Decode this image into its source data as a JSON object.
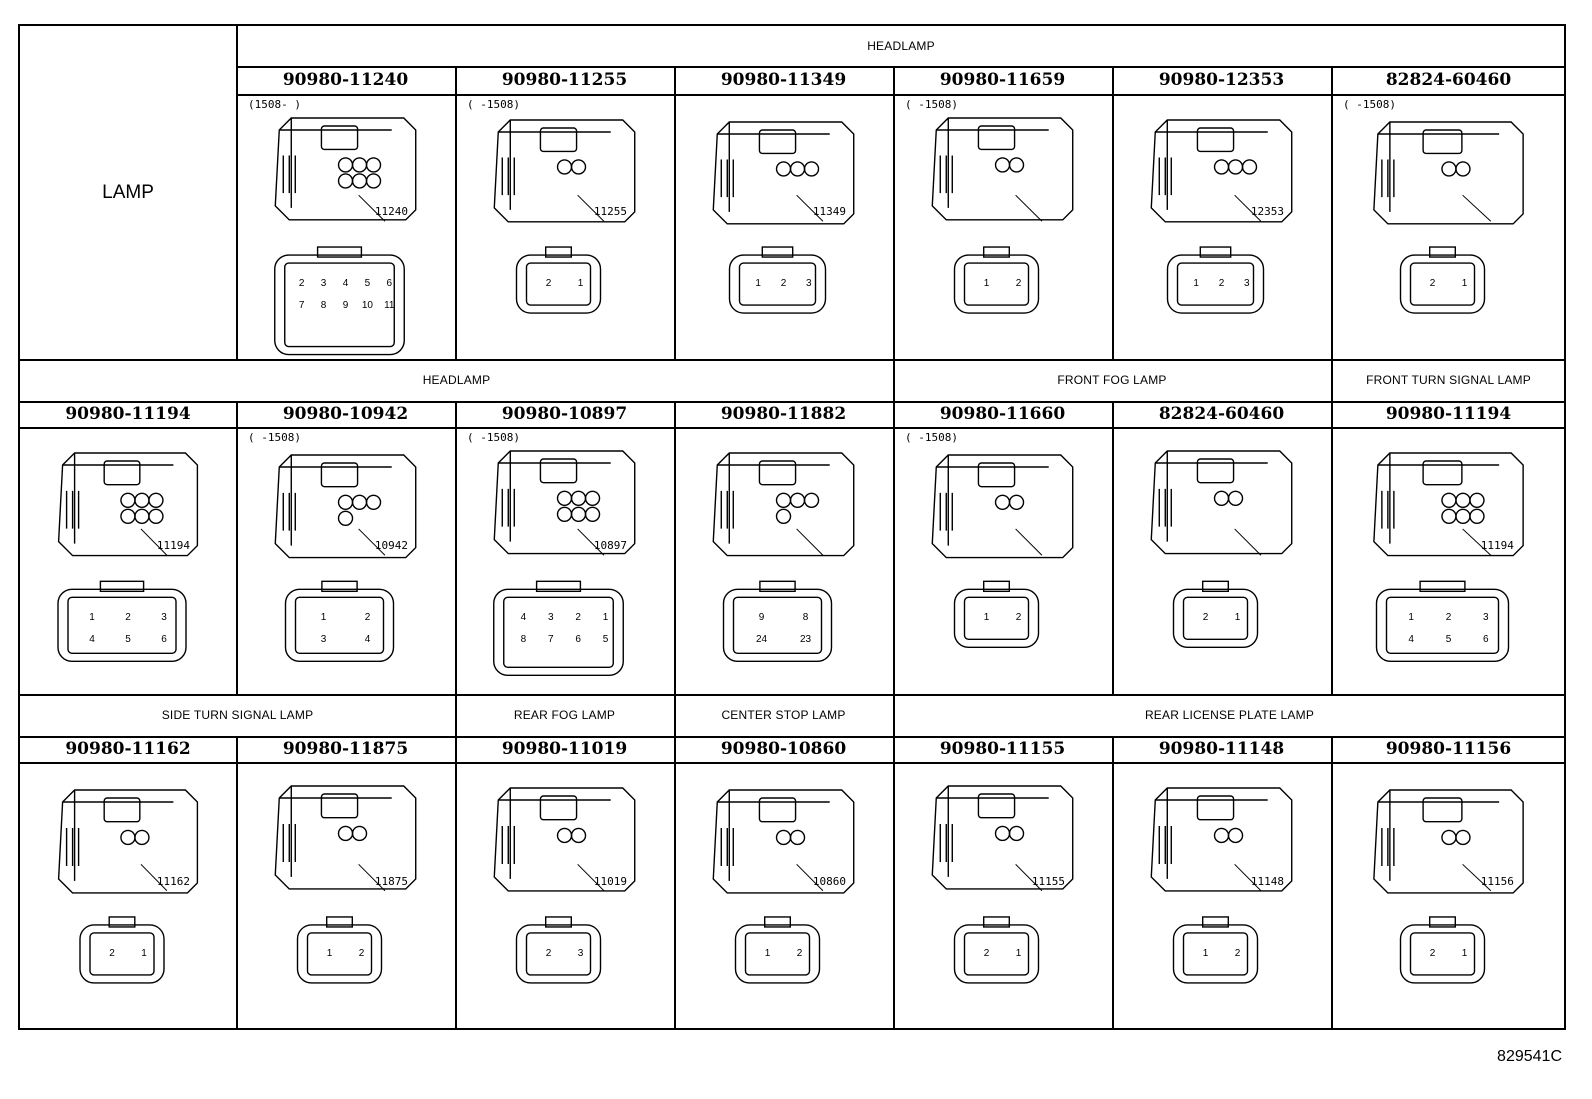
{
  "corner_label": "LAMP",
  "figure_id": "829541C",
  "rows": [
    {
      "groups": [
        {
          "label": "HEADLAMP",
          "span": [
            1,
            6
          ]
        }
      ],
      "cells": [
        {
          "part": "90980-11240",
          "note": "(1508-    )",
          "code": "11240",
          "pins": [
            "2",
            "3",
            "4",
            "5",
            "6",
            "7",
            "8",
            "9",
            "10",
            "11"
          ]
        },
        {
          "part": "90980-11255",
          "note": "(     -1508)",
          "code": "11255",
          "pins": [
            "2",
            "1"
          ]
        },
        {
          "part": "90980-11349",
          "note": "",
          "code": "11349",
          "pins": [
            "1",
            "2",
            "3"
          ]
        },
        {
          "part": "90980-11659",
          "note": "(     -1508)",
          "code": "",
          "pins": [
            "1",
            "2"
          ]
        },
        {
          "part": "90980-12353",
          "note": "",
          "code": "12353",
          "pins": [
            "1",
            "2",
            "3"
          ]
        },
        {
          "part": "82824-60460",
          "note": "(     -1508)",
          "code": "",
          "pins": [
            "2",
            "1"
          ]
        }
      ]
    },
    {
      "groups": [
        {
          "label": "HEADLAMP",
          "span": [
            0,
            3
          ]
        },
        {
          "label": "FRONT FOG LAMP",
          "span": [
            4,
            5
          ]
        },
        {
          "label": "FRONT TURN SIGNAL LAMP",
          "span": [
            6,
            6
          ]
        }
      ],
      "cells": [
        {
          "part": "90980-11194",
          "note": "",
          "code": "11194",
          "pins": [
            "1",
            "2",
            "3",
            "4",
            "5",
            "6"
          ]
        },
        {
          "part": "90980-10942",
          "note": "(     -1508)",
          "code": "10942",
          "pins": [
            "1",
            "2",
            "3",
            "4"
          ]
        },
        {
          "part": "90980-10897",
          "note": "(     -1508)",
          "code": "10897",
          "pins": [
            "4",
            "3",
            "2",
            "1",
            "8",
            "7",
            "6",
            "5"
          ]
        },
        {
          "part": "90980-11882",
          "note": "",
          "code": "",
          "pins": [
            "9",
            "8",
            "24",
            "23"
          ]
        },
        {
          "part": "90980-11660",
          "note": "(     -1508)",
          "code": "",
          "pins": [
            "1",
            "2"
          ]
        },
        {
          "part": "82824-60460",
          "note": "",
          "code": "",
          "pins": [
            "2",
            "1"
          ]
        },
        {
          "part": "90980-11194",
          "note": "",
          "code": "11194",
          "pins": [
            "1",
            "2",
            "3",
            "4",
            "5",
            "6"
          ]
        }
      ]
    },
    {
      "groups": [
        {
          "label": "SIDE TURN SIGNAL LAMP",
          "span": [
            0,
            1
          ]
        },
        {
          "label": "REAR FOG LAMP",
          "span": [
            2,
            2
          ]
        },
        {
          "label": "CENTER STOP LAMP",
          "span": [
            3,
            3
          ]
        },
        {
          "label": "REAR LICENSE PLATE LAMP",
          "span": [
            4,
            6
          ]
        }
      ],
      "cells": [
        {
          "part": "90980-11162",
          "note": "",
          "code": "11162",
          "pins": [
            "2",
            "1"
          ]
        },
        {
          "part": "90980-11875",
          "note": "",
          "code": "11875",
          "pins": [
            "1",
            "2"
          ]
        },
        {
          "part": "90980-11019",
          "note": "",
          "code": "11019",
          "pins": [
            "2",
            "3"
          ]
        },
        {
          "part": "90980-10860",
          "note": "",
          "code": "10860",
          "pins": [
            "1",
            "2"
          ]
        },
        {
          "part": "90980-11155",
          "note": "",
          "code": "11155",
          "pins": [
            "2",
            "1"
          ]
        },
        {
          "part": "90980-11148",
          "note": "",
          "code": "11148",
          "pins": [
            "1",
            "2"
          ]
        },
        {
          "part": "90980-11156",
          "note": "",
          "code": "11156",
          "pins": [
            "2",
            "1"
          ]
        }
      ]
    }
  ]
}
